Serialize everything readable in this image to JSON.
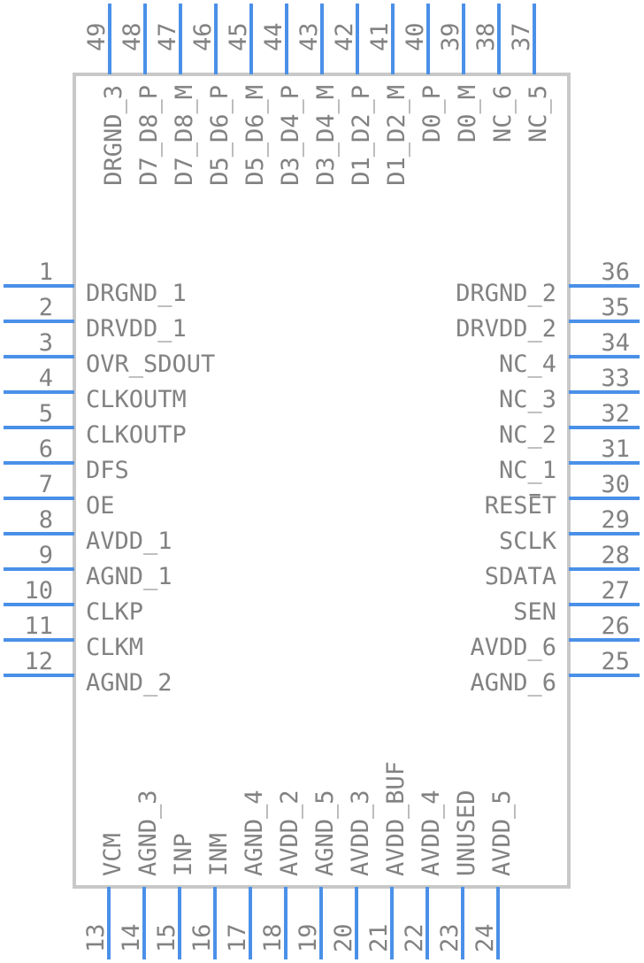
{
  "component": {
    "left_pins": [
      {
        "num": "1",
        "name": "DRGND_1"
      },
      {
        "num": "2",
        "name": "DRVDD_1"
      },
      {
        "num": "3",
        "name": "OVR_SDOUT"
      },
      {
        "num": "4",
        "name": "CLKOUTM"
      },
      {
        "num": "5",
        "name": "CLKOUTP"
      },
      {
        "num": "6",
        "name": "DFS"
      },
      {
        "num": "7",
        "name": "OE"
      },
      {
        "num": "8",
        "name": "AVDD_1"
      },
      {
        "num": "9",
        "name": "AGND_1"
      },
      {
        "num": "10",
        "name": "CLKP"
      },
      {
        "num": "11",
        "name": "CLKM"
      },
      {
        "num": "12",
        "name": "AGND_2"
      }
    ],
    "bottom_pins": [
      {
        "num": "13",
        "name": "VCM"
      },
      {
        "num": "14",
        "name": "AGND_3"
      },
      {
        "num": "15",
        "name": "INP"
      },
      {
        "num": "16",
        "name": "INM"
      },
      {
        "num": "17",
        "name": "AGND_4"
      },
      {
        "num": "18",
        "name": "AVDD_2"
      },
      {
        "num": "19",
        "name": "AGND_5"
      },
      {
        "num": "20",
        "name": "AVDD_3"
      },
      {
        "num": "21",
        "name": "AVDD_BUF"
      },
      {
        "num": "22",
        "name": "AVDD_4"
      },
      {
        "num": "23",
        "name": "UNUSED"
      },
      {
        "num": "24",
        "name": "AVDD_5"
      }
    ],
    "right_pins": [
      {
        "num": "25",
        "name": "AGND_6"
      },
      {
        "num": "26",
        "name": "AVDD_6"
      },
      {
        "num": "27",
        "name": "SEN"
      },
      {
        "num": "28",
        "name": "SDATA"
      },
      {
        "num": "29",
        "name": "SCLK"
      },
      {
        "num": "30",
        "name": "RESET"
      },
      {
        "num": "31",
        "name": "NC_1"
      },
      {
        "num": "32",
        "name": "NC_2"
      },
      {
        "num": "33",
        "name": "NC_3"
      },
      {
        "num": "34",
        "name": "NC_4"
      },
      {
        "num": "35",
        "name": "DRVDD_2"
      },
      {
        "num": "36",
        "name": "DRGND_2"
      }
    ],
    "top_pins": [
      {
        "num": "37",
        "name": "NC_5"
      },
      {
        "num": "38",
        "name": "NC_6"
      },
      {
        "num": "39",
        "name": "D0_M"
      },
      {
        "num": "40",
        "name": "D0_P"
      },
      {
        "num": "41",
        "name": "D1_D2_M"
      },
      {
        "num": "42",
        "name": "D1_D2_P"
      },
      {
        "num": "43",
        "name": "D3_D4_M"
      },
      {
        "num": "44",
        "name": "D3_D4_P"
      },
      {
        "num": "45",
        "name": "D5_D6_M"
      },
      {
        "num": "46",
        "name": "D5_D6_P"
      },
      {
        "num": "47",
        "name": "D7_D8_M"
      },
      {
        "num": "48",
        "name": "D7_D8_P"
      },
      {
        "num": "49",
        "name": "DRGND_3"
      }
    ]
  },
  "colors": {
    "pin_line": "#4a90e8",
    "body_outline": "#c8c8c8",
    "text": "#828282"
  }
}
